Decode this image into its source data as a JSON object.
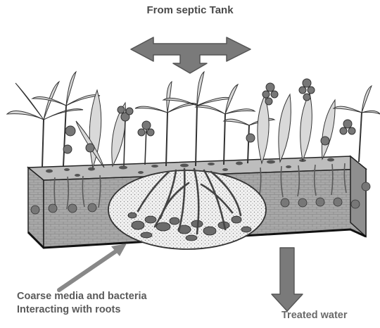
{
  "diagram": {
    "title": "From septic Tank",
    "media_label_line1": "Coarse media and bacteria",
    "media_label_line2": "Interacting with roots",
    "outlet_label": "Treated water"
  },
  "colors": {
    "arrow": "#7a7a7a",
    "arrow_stroke": "#555555",
    "bed_fill": "#a9a9a9",
    "bed_stroke": "#222222",
    "media_zone": "#efefef",
    "leaf": "#d8d8d8",
    "leaf_stroke": "#333333",
    "flower": "#777777"
  }
}
